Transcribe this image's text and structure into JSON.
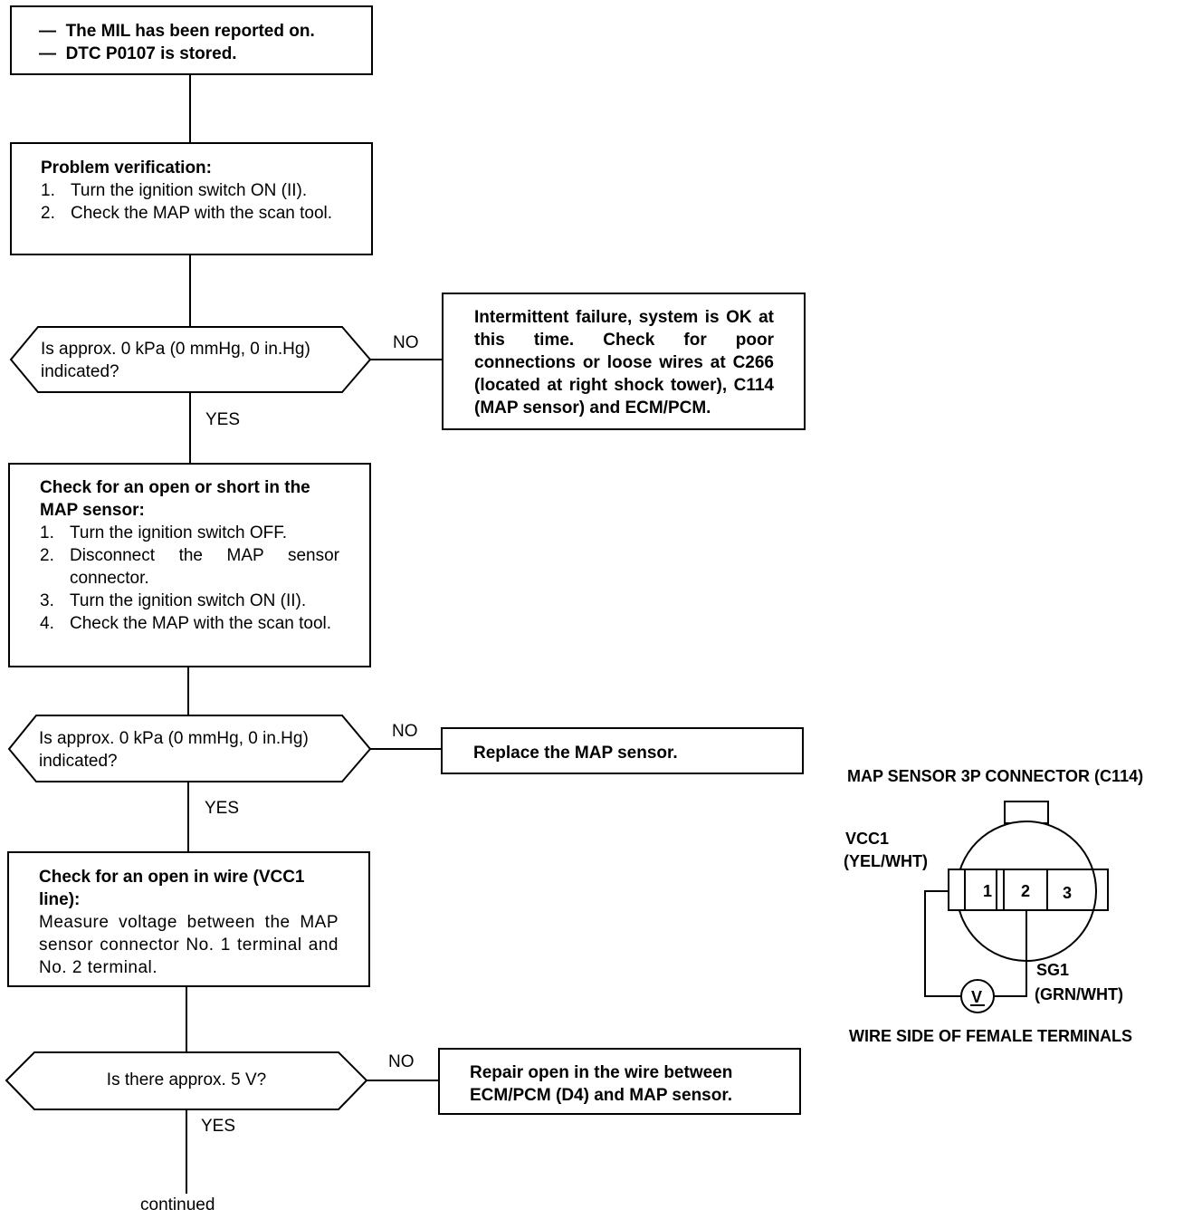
{
  "box_start": {
    "line1": "The MIL has been reported on.",
    "line2": "DTC P0107 is stored.",
    "dash": "—"
  },
  "box_verify": {
    "title": "Problem verification:",
    "steps": [
      {
        "n": "1.",
        "text": "Turn the ignition switch ON (II)."
      },
      {
        "n": "2.",
        "text": "Check the MAP with the scan tool."
      }
    ]
  },
  "decision1": {
    "line1": "Is approx. 0 kPa (0 mmHg, 0 in.Hg)",
    "line2": "indicated?"
  },
  "box_intermittent": {
    "text": "Intermittent failure, system is OK at this time. Check for poor connections or loose wires at C266 (located at right shock tower), C114 (MAP sensor) and ECM/PCM."
  },
  "box_check_open_short": {
    "title": "Check for an open or short in the MAP sensor:",
    "steps": [
      {
        "n": "1.",
        "text": "Turn the ignition switch OFF."
      },
      {
        "n": "2.",
        "text": "Disconnect the MAP sensor connector."
      },
      {
        "n": "3.",
        "text": "Turn the ignition switch ON (II)."
      },
      {
        "n": "4.",
        "text": "Check the MAP with the scan tool."
      }
    ]
  },
  "decision2": {
    "line1": "Is approx. 0 kPa (0 mmHg, 0 in.Hg)",
    "line2": "indicated?"
  },
  "box_replace": {
    "text": "Replace the MAP sensor."
  },
  "box_check_vcc1": {
    "title": "Check for an open in wire (VCC1 line):",
    "text": "Measure voltage between the MAP sensor connector No. 1 terminal and No. 2 terminal."
  },
  "decision3": {
    "text": "Is there approx. 5 V?"
  },
  "box_repair": {
    "text": "Repair open in the wire between ECM/PCM (D4) and MAP sensor."
  },
  "labels": {
    "no": "NO",
    "yes": "YES",
    "continued": "continued"
  },
  "connector": {
    "title": "MAP SENSOR 3P CONNECTOR (C114)",
    "vcc1": "VCC1",
    "vcc1_color": "(YEL/WHT)",
    "sg1": "SG1",
    "sg1_color": "(GRN/WHT)",
    "terminals": [
      "1",
      "2",
      "3"
    ],
    "meter": "V",
    "caption": "WIRE SIDE OF FEMALE TERMINALS"
  }
}
